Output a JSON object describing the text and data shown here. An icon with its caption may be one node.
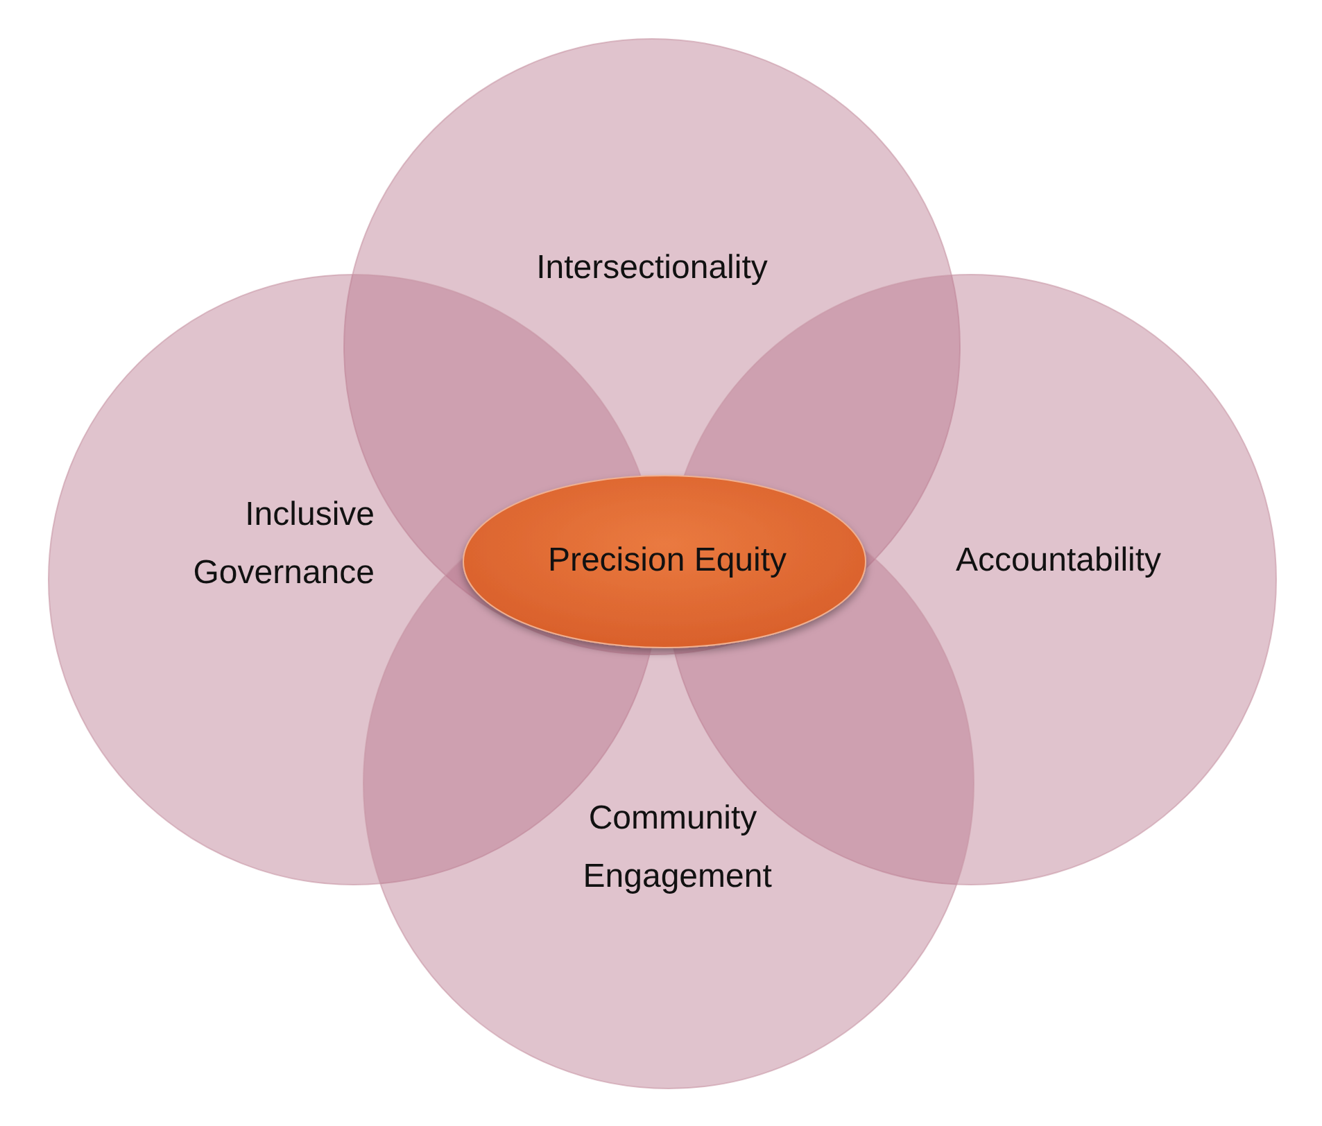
{
  "diagram": {
    "nodes": [
      {
        "text": [
          "Intersectionality"
        ]
      },
      {
        "text": [
          "Inclusive Governance"
        ]
      },
      {
        "text": [
          "Precision Equity"
        ]
      },
      {
        "text": [
          "Accountability"
        ]
      },
      {
        "text": [
          "Community Engagement"
        ]
      }
    ]
  }
}
